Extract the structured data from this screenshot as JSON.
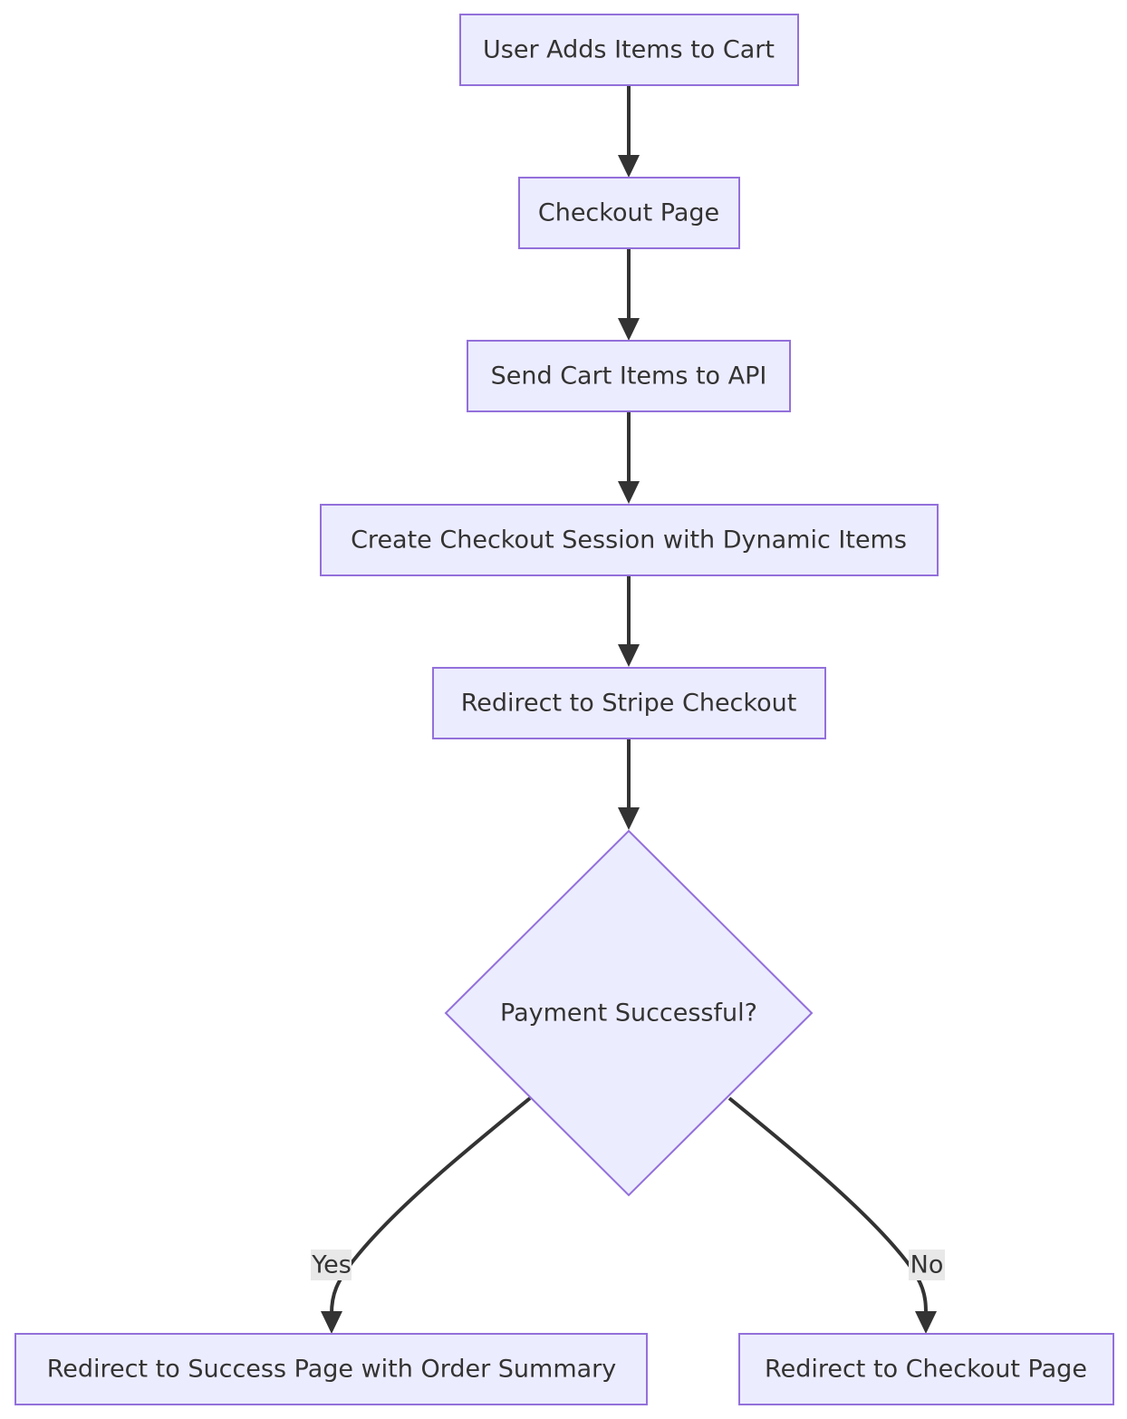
{
  "colors": {
    "node_fill": "#ECECFF",
    "node_stroke": "#9370DB",
    "edge": "#333333",
    "label_background": "#e8e8e8",
    "text": "#333333"
  },
  "nodes": {
    "add_to_cart": "User Adds Items to Cart",
    "checkout_page": "Checkout Page",
    "send_cart_items": "Send Cart Items to API",
    "create_session": "Create Checkout Session with Dynamic Items",
    "redirect_stripe": "Redirect to Stripe Checkout",
    "payment_decision": "Payment Successful?",
    "success_page": "Redirect to Success Page with Order Summary",
    "redirect_checkout": "Redirect to Checkout Page"
  },
  "edges": {
    "yes_label": "Yes",
    "no_label": "No"
  }
}
